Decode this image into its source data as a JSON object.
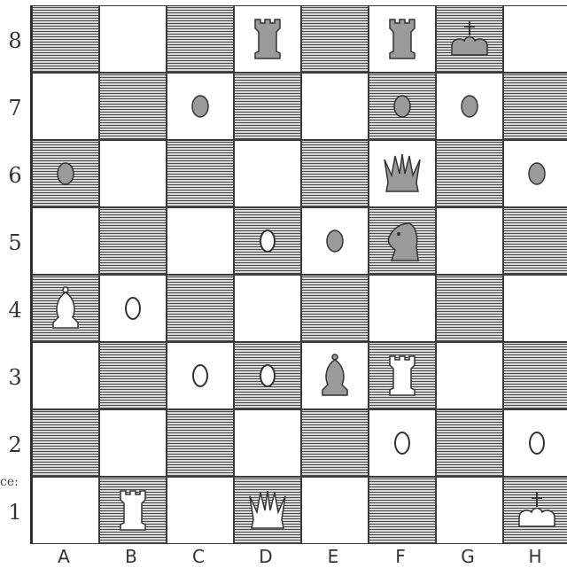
{
  "ranks": [
    "8",
    "7",
    "6",
    "5",
    "4",
    "3",
    "2",
    "1"
  ],
  "files": [
    "A",
    "B",
    "C",
    "D",
    "E",
    "F",
    "G",
    "H"
  ],
  "corner_note": "ce:",
  "colors": {
    "dark_piece": "#9a9a9a",
    "light_piece": "#ffffff",
    "outline": "#333333"
  },
  "pieces": [
    {
      "square": "d8",
      "color": "dark",
      "type": "rook"
    },
    {
      "square": "f8",
      "color": "dark",
      "type": "rook"
    },
    {
      "square": "g8",
      "color": "dark",
      "type": "king"
    },
    {
      "square": "c7",
      "color": "dark",
      "type": "pawn"
    },
    {
      "square": "f7",
      "color": "dark",
      "type": "pawn"
    },
    {
      "square": "g7",
      "color": "dark",
      "type": "pawn"
    },
    {
      "square": "a6",
      "color": "dark",
      "type": "pawn"
    },
    {
      "square": "f6",
      "color": "dark",
      "type": "queen"
    },
    {
      "square": "h6",
      "color": "dark",
      "type": "pawn"
    },
    {
      "square": "d5",
      "color": "light",
      "type": "pawn"
    },
    {
      "square": "e5",
      "color": "dark",
      "type": "pawn"
    },
    {
      "square": "f5",
      "color": "dark",
      "type": "knight"
    },
    {
      "square": "a4",
      "color": "light",
      "type": "bishop"
    },
    {
      "square": "b4",
      "color": "light",
      "type": "pawn"
    },
    {
      "square": "c3",
      "color": "light",
      "type": "pawn"
    },
    {
      "square": "d3",
      "color": "light",
      "type": "pawn"
    },
    {
      "square": "e3",
      "color": "dark",
      "type": "bishop"
    },
    {
      "square": "f3",
      "color": "light",
      "type": "rook"
    },
    {
      "square": "f2",
      "color": "light",
      "type": "pawn"
    },
    {
      "square": "h2",
      "color": "light",
      "type": "pawn"
    },
    {
      "square": "b1",
      "color": "light",
      "type": "rook"
    },
    {
      "square": "d1",
      "color": "light",
      "type": "queen"
    },
    {
      "square": "h1",
      "color": "light",
      "type": "king"
    }
  ]
}
